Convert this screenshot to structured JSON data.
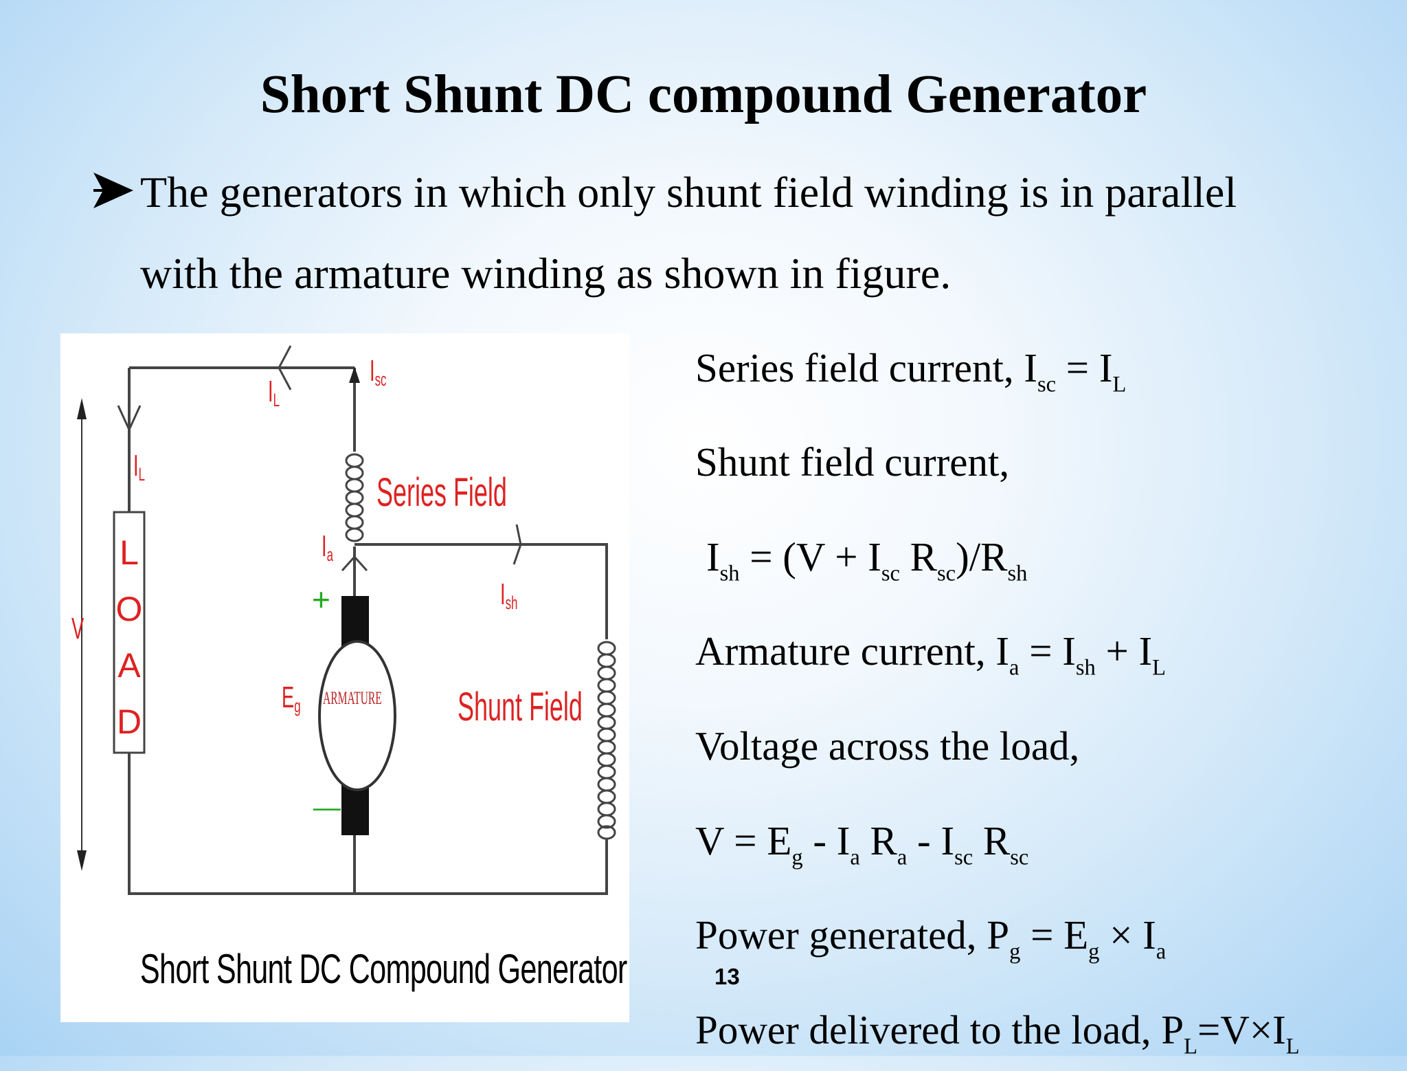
{
  "slide": {
    "title": "Short Shunt DC compound Generator",
    "bullet_line1": "The generators in which only shunt field winding is in parallel",
    "bullet_line2": "with the armature winding as shown in figure.",
    "page_number": "13"
  },
  "figure": {
    "caption": "Short Shunt DC Compound Generator",
    "labels": {
      "i_l_top": "I",
      "i_l_top_sub": "L",
      "i_sc": "I",
      "i_sc_sub": "sc",
      "i_l_left": "I",
      "i_l_left_sub": "L",
      "series_field": "Series Field",
      "i_a": "I",
      "i_a_sub": "a",
      "i_sh": "I",
      "i_sh_sub": "sh",
      "load": [
        "L",
        "O",
        "A",
        "D"
      ],
      "v": "V",
      "plus": "+",
      "e_g": "E",
      "e_g_sub": "g",
      "armature": "ARMATURE",
      "shunt_field": "Shunt Field",
      "minus": "—"
    },
    "colors": {
      "wire": "#444444",
      "label": "#dd2222",
      "sign": "#22aa22"
    }
  },
  "equations": {
    "e1": {
      "text": "Series field current, I",
      "sub1": "sc",
      "mid": " = I",
      "sub2": "L"
    },
    "e2": {
      "text": "Shunt field current,"
    },
    "e3": {
      "t1": "I",
      "s1": "sh",
      "t2": " = (V + I",
      "s2": "sc",
      "t3": " R",
      "s3": "sc",
      "t4": ")/R",
      "s4": "sh"
    },
    "e4": {
      "t1": "Armature current, I",
      "s1": "a",
      "t2": " = I",
      "s2": "sh",
      "t3": " + I",
      "s3": "L"
    },
    "e5": {
      "text": "Voltage across the load,"
    },
    "e6": {
      "t1": "V = E",
      "s1": "g",
      "t2": " - I",
      "s2": "a",
      "t3": " R",
      "s3": "a",
      "t4": " - I",
      "s4": "sc",
      "t5": " R",
      "s5": "sc"
    },
    "e7": {
      "t1": "Power generated, P",
      "s1": "g",
      "t2": " = E",
      "s2": "g",
      "t3": " × I",
      "s3": "a"
    },
    "e8": {
      "t1": "Power delivered to the load, P",
      "s1": "L",
      "t2": "=V×I",
      "s2": "L"
    }
  }
}
